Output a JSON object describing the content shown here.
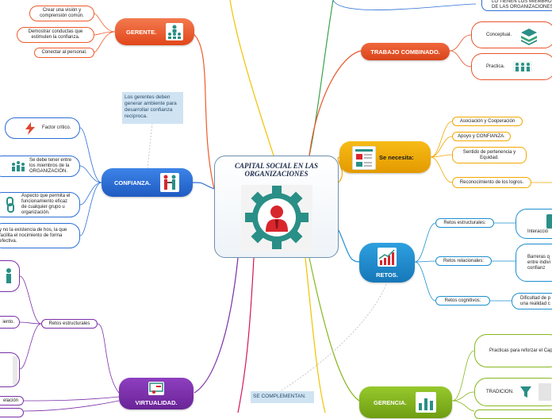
{
  "central": {
    "title": "CAPITAL SOCIAL EN LAS ORGANIZACIONES"
  },
  "gerente": {
    "label": "GERENTE.",
    "items": [
      "Crear una visión y comprensión común.",
      "Demostrar conductas que estimulen la confianza.",
      "Conectar al personal."
    ]
  },
  "note_top": "Los gerentes deben generar ambiente para desarrollar confianza recíproca.",
  "confianza": {
    "label": "CONFIANZA.",
    "items": [
      "Factor crítico.",
      "Se debe tener entre los miembros de la ORGANIZACIÓN.",
      "Aspecto que permita el funcionamiento eficaz de cualquier grupo u organización.",
      "y no la existencia de hos, la que facilita el nocimiento de forma efectiva."
    ]
  },
  "virtualidad": {
    "label": "VIRTUALIDAD.",
    "sub": "Retos estructurales",
    "items": [
      "iento.",
      "elación"
    ]
  },
  "note_bottom": "SE COMPLEMENTAN.",
  "top_right_text": "LO TIENEN LOS MIEMBROS DE LAS ORGANIZACIONES.",
  "trabajo": {
    "label": "TRABAJO COMBINADO.",
    "items": [
      "Conceptual.",
      "Practica."
    ]
  },
  "necesita": {
    "label": "Se necesita:",
    "items": [
      "Asociación y Cooperación",
      "Apoyo y CONFIANZA.",
      "Sentido de pertenencia y Equidad.",
      "Reconocimiento de los logros."
    ]
  },
  "retos": {
    "label": "RETOS.",
    "items": [
      "Retos estructurales:",
      "Retos relacionales:",
      "Retos cognitivos:"
    ],
    "right": [
      "Interacció",
      "Barreras q entre indivi de confianz",
      "Dificultad de p una realidad c"
    ]
  },
  "gerencia": {
    "label": "GERENCIA.",
    "items": [
      "Practicas para reforzar el Cap",
      "TRADICION."
    ]
  },
  "colors": {
    "gerente": "#ef5a2a",
    "confianza": "#2b6fd6",
    "virtualidad": "#7b2fa8",
    "trabajo": "#e8542a",
    "necesita": "#f2a800",
    "retos": "#1e8fd0",
    "gerencia": "#86b81f",
    "central_border": "#6d8fb0"
  }
}
